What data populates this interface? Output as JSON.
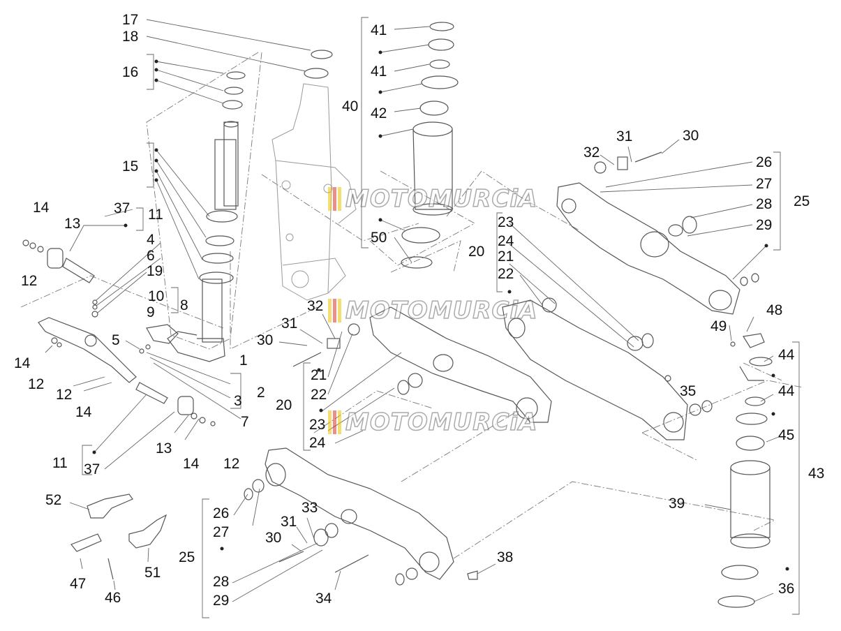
{
  "watermark": {
    "text": "MOTOMURCiA",
    "colors": [
      "#e8c400",
      "#d9342b",
      "#2a2a2a"
    ]
  },
  "line_color": "#555555",
  "callouts": {
    "n17": "17",
    "n18": "18",
    "n16": "16",
    "n15": "15",
    "n37a": "37",
    "n11a": "11",
    "n14a": "14",
    "n13a": "13",
    "n12a": "12",
    "n4": "4",
    "n6": "6",
    "n19": "19",
    "n10": "10",
    "n8": "8",
    "n9": "9",
    "n5": "5",
    "n1": "1",
    "n2": "2",
    "n3": "3",
    "n7": "7",
    "n14b": "14",
    "n12b": "12",
    "n12c": "12",
    "n14c": "14",
    "n11b": "11",
    "n37b": "37",
    "n13b": "13",
    "n14d": "14",
    "n12d": "12",
    "n52": "52",
    "n47": "47",
    "n46": "46",
    "n51": "51",
    "n41a": "41",
    "n41b": "41",
    "n40": "40",
    "n42": "42",
    "n50": "50",
    "n20a": "20",
    "n32a": "32",
    "n31a": "31",
    "n30a": "30",
    "n26a": "26",
    "n27a": "27",
    "n28a": "28",
    "n25a": "25",
    "n29a": "29",
    "n23a": "23",
    "n24a": "24",
    "n21a": "21",
    "n22a": "22",
    "n32b": "32",
    "n31b": "31",
    "n30b": "30",
    "n21b": "21",
    "n22b": "22",
    "n20b": "20",
    "n23b": "23",
    "n24b": "24",
    "n35": "35",
    "n48": "48",
    "n49": "49",
    "n44a": "44",
    "n44b": "44",
    "n45": "45",
    "n43": "43",
    "n39": "39",
    "n36": "36",
    "n26b": "26",
    "n27b": "27",
    "n33": "33",
    "n31c": "31",
    "n30c": "30",
    "n25b": "25",
    "n28b": "28",
    "n29b": "29",
    "n34": "34",
    "n38": "38"
  }
}
